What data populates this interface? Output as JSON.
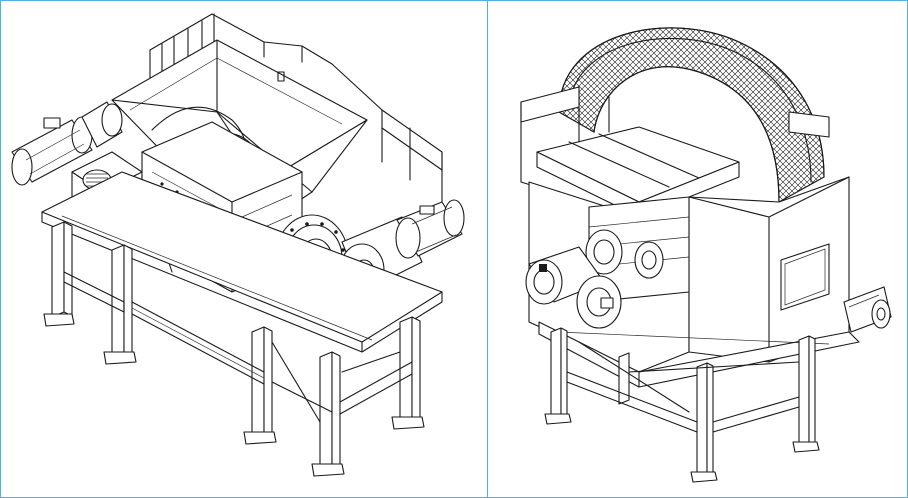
{
  "figure": {
    "frame_color": "#4fb3e2",
    "line_color": "#1a1a1a",
    "background": "#ffffff",
    "panels": [
      {
        "id": "left",
        "subject": "shredder-open-hopper-isometric"
      },
      {
        "id": "right",
        "subject": "shredder-with-curved-screen-isometric"
      }
    ]
  }
}
